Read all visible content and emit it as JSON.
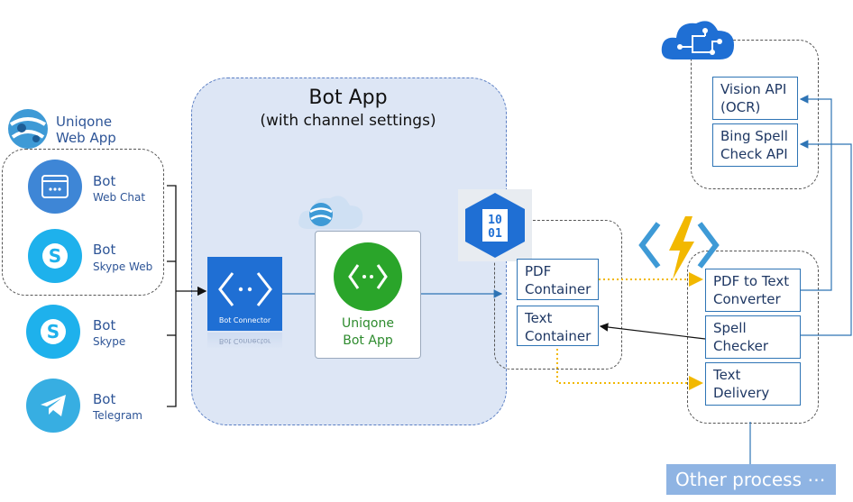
{
  "title": {
    "main": "Bot App",
    "sub": "(with channel settings)"
  },
  "webapp": {
    "line1": "Uniqone",
    "line2": "Web App"
  },
  "channels": [
    {
      "title": "Bot",
      "sub": "Web Chat"
    },
    {
      "title": "Bot",
      "sub": "Skype Web"
    },
    {
      "title": "Bot",
      "sub": "Skype"
    },
    {
      "title": "Bot",
      "sub": "Telegram"
    }
  ],
  "connector": {
    "label": "Bot Connector",
    "reflection": "Bot Connector"
  },
  "uniqone_bot": {
    "line1": "Uniqone",
    "line2": "Bot App"
  },
  "blob": {
    "glyph_top": "10",
    "glyph_bottom": "01"
  },
  "containers": {
    "pdf": {
      "line1": "PDF",
      "line2": "Container"
    },
    "text": {
      "line1": "Text",
      "line2": "Container"
    }
  },
  "cognitive": {
    "vision": {
      "line1": "Vision API",
      "line2": "(OCR)"
    },
    "bing": {
      "line1": "Bing Spell",
      "line2": "Check API"
    }
  },
  "functions": {
    "pdf_to_text": {
      "line1": "PDF to Text",
      "line2": "Converter"
    },
    "spell": {
      "line1": "Spell",
      "line2": "Checker"
    },
    "delivery": {
      "line1": "Text",
      "line2": "Delivery"
    }
  },
  "other_process": "Other process ⋯",
  "colors": {
    "blue": "#2e74b5",
    "azure": "#1f6fd4",
    "green": "#2aa52a",
    "yellow": "#f2b800",
    "bot_area": "#dde6f5"
  },
  "icons": [
    "webapp-icon",
    "webchat-icon",
    "skype-icon",
    "telegram-icon",
    "bot-connector-icon",
    "bot-service-icon",
    "blob-storage-icon",
    "functions-icon",
    "cognitive-services-icon"
  ]
}
